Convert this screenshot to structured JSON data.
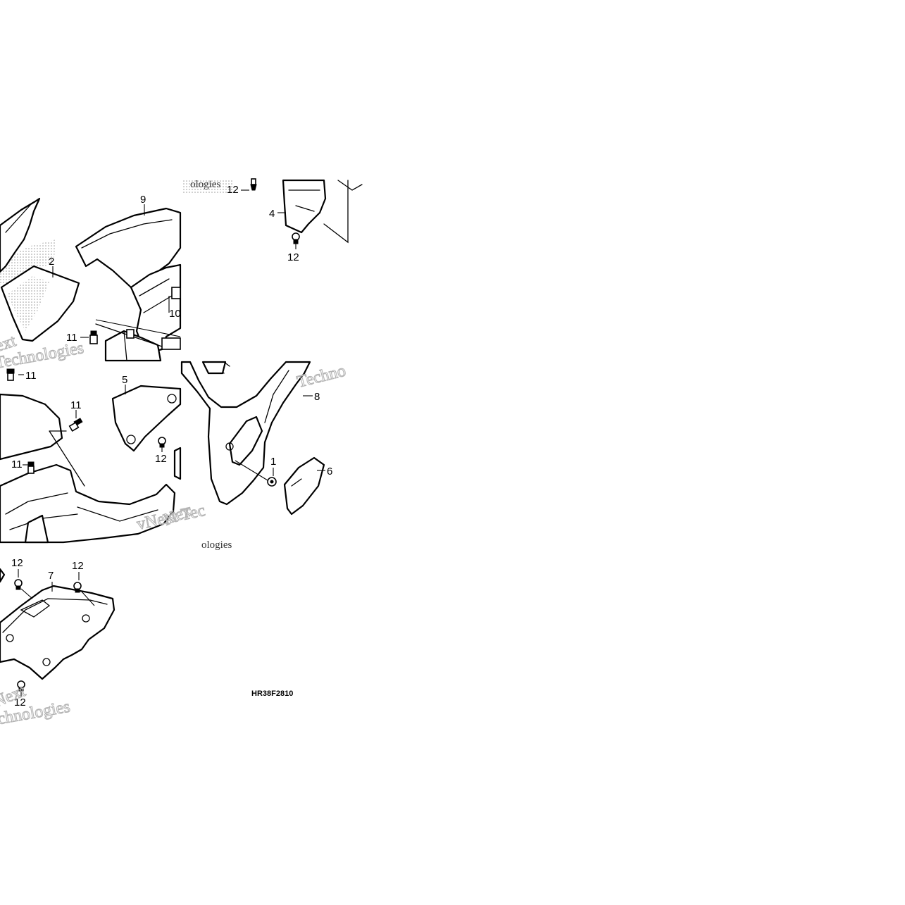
{
  "diagram": {
    "code": "HR38F2810",
    "callouts": {
      "c1": "1",
      "c2": "2",
      "c4": "4",
      "c5": "5",
      "c6": "6",
      "c7": "7",
      "c8": "8",
      "c9": "9",
      "c10": "10",
      "c11a": "11",
      "c11b": "11",
      "c11c": "11",
      "c11d": "11",
      "c12a": "12",
      "c12b": "12",
      "c12c": "12",
      "c12d": "12",
      "c12e": "12",
      "c12f": "12"
    },
    "watermarks": {
      "w1": "Technologies",
      "w2": "ext",
      "w3": "Techno",
      "w4": "vNext Tec",
      "w5": "Nex",
      "w6": "ologies",
      "w7": "chnologies",
      "w8": "Next",
      "w9": "ologies"
    },
    "colors": {
      "line": "#000000",
      "background": "#ffffff",
      "watermark": "#b4b4b4"
    }
  }
}
